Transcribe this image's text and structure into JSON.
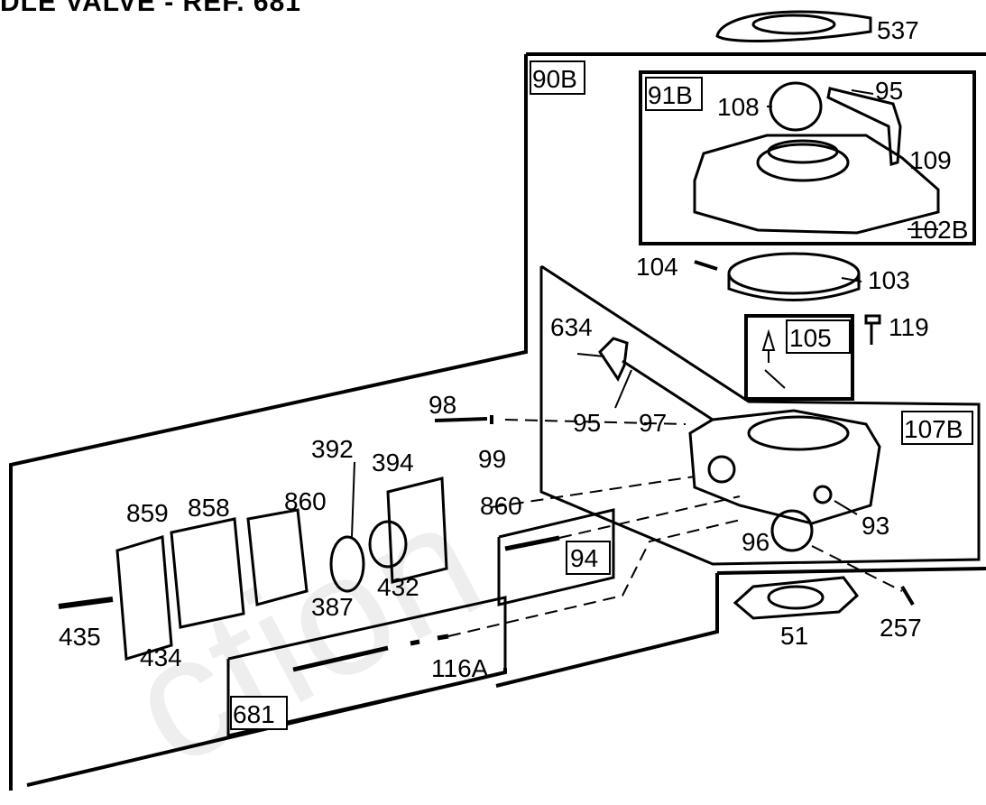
{
  "header": {
    "title": "DLE VALVE - REF. 681"
  },
  "watermark": "ction",
  "colors": {
    "ink": "#000000",
    "paper": "#ffffff",
    "watermark": "#eeeeee"
  },
  "groups": {
    "g90B": "90B",
    "g91B": "91B",
    "g105": "105",
    "g107B": "107B",
    "g94": "94",
    "g681": "681"
  },
  "parts": {
    "p537": "537",
    "p95a": "95",
    "p108": "108",
    "p109": "109",
    "p102B": "102B",
    "p104": "104",
    "p103": "103",
    "p119": "119",
    "p634": "634",
    "p95b": "95",
    "p97": "97",
    "p98": "98",
    "p99": "99",
    "p392": "392",
    "p394": "394",
    "p859": "859",
    "p858": "858",
    "p860a": "860",
    "p860b": "860",
    "p93": "93",
    "p96": "96",
    "p432": "432",
    "p387": "387",
    "p435": "435",
    "p434": "434",
    "p116A": "116A",
    "p51": "51",
    "p257": "257"
  }
}
